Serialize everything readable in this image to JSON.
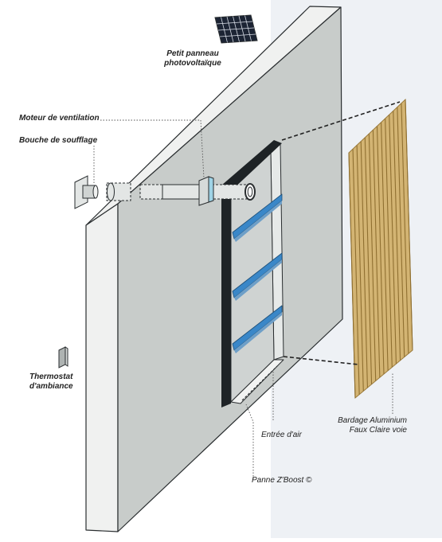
{
  "colors": {
    "background_left": "#ffffff",
    "background_right": "#eef1f5",
    "wall_front": "#c8ccca",
    "wall_edge": "#f0f1f0",
    "outline": "#2a2e30",
    "frame_dark": "#1e2326",
    "shelf_blue": "#3a87c8",
    "cladding_gold": "#d3b473",
    "cladding_dark": "#9a7a3a",
    "panel_blue": "#1c2434",
    "leader_line": "#555555"
  },
  "labels": {
    "solar_panel": [
      "Petit panneau",
      "photovoltaïque"
    ],
    "motor": "Moteur de ventilation",
    "vent": "Bouche de soufflage",
    "thermostat": [
      "Thermostat",
      "d'ambiance"
    ],
    "air_inlet": "Entrée d'air",
    "panel": "Panne Z'Boost ©",
    "cladding": [
      "Bardage Aluminium",
      "Faux Claire voie"
    ]
  },
  "icons": {
    "solar": "solar-panel-icon",
    "motor": "ventilation-motor-icon",
    "vent": "air-vent-icon",
    "thermostat": "thermostat-icon"
  }
}
